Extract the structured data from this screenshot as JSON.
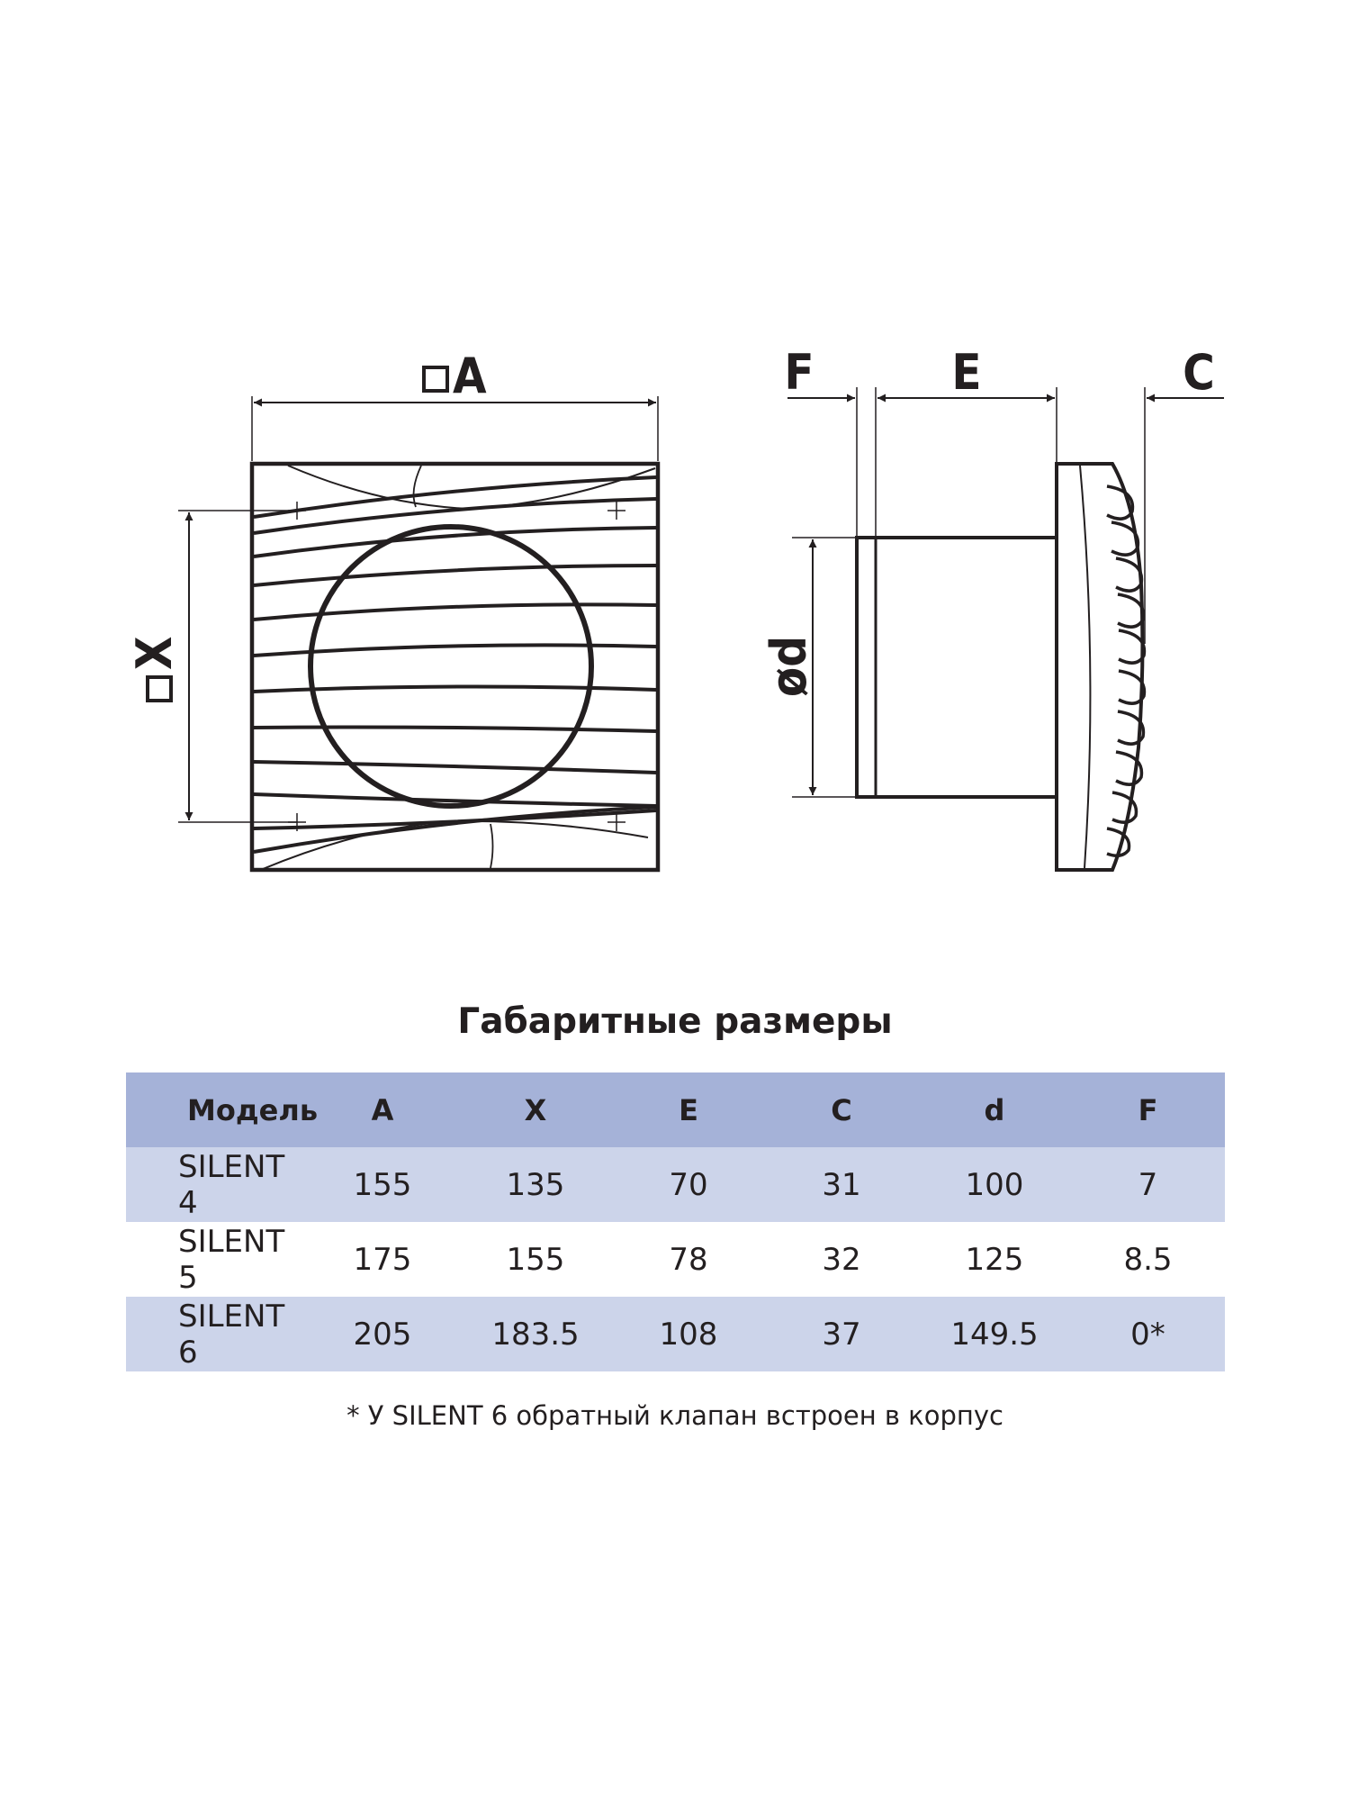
{
  "drawing": {
    "front_view": {
      "width_label": "□A",
      "height_label": "□X"
    },
    "side_view": {
      "label_f": "F",
      "label_e": "E",
      "label_c": "C",
      "diameter_label": "ød"
    }
  },
  "table": {
    "title": "Габаритные размеры",
    "columns": [
      "Модель",
      "A",
      "X",
      "E",
      "C",
      "d",
      "F"
    ],
    "rows": [
      [
        "SILENT 4",
        "155",
        "135",
        "70",
        "31",
        "100",
        "7"
      ],
      [
        "SILENT 5",
        "175",
        "155",
        "78",
        "32",
        "125",
        "8.5"
      ],
      [
        "SILENT 6",
        "205",
        "183.5",
        "108",
        "37",
        "149.5",
        "0*"
      ]
    ],
    "header_color": "#a5b2d8",
    "alt_row_color": "#ccd4ea"
  },
  "footnote": "* У SILENT 6 обратный клапан встроен в корпус"
}
